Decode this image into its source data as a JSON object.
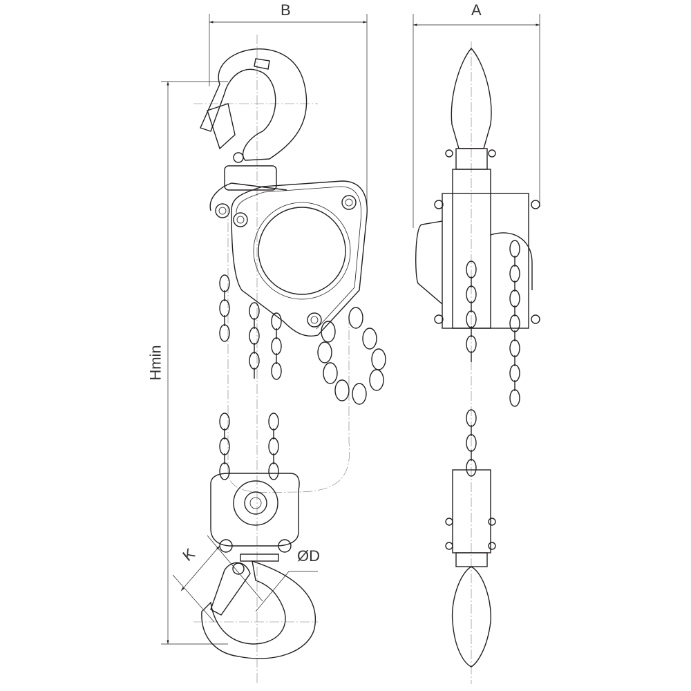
{
  "drawing": {
    "labels": {
      "width_front": "B",
      "width_side": "A",
      "min_height": "Hmin",
      "hook_opening": "K",
      "hook_diameter": "ØD"
    },
    "line_color": "#231f20"
  }
}
